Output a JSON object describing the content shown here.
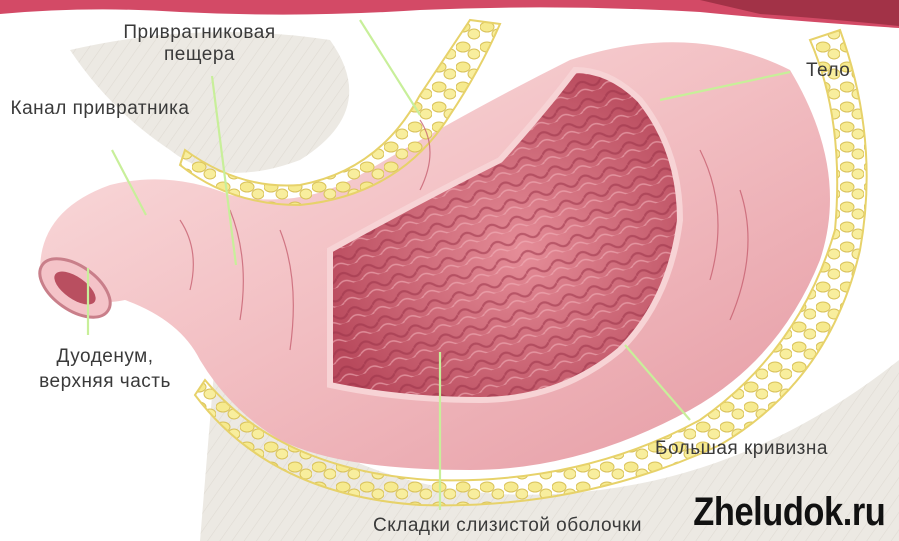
{
  "labels": {
    "pyloric_antrum": "Привратниковая пещера",
    "pyloric_canal": "Канал привратника",
    "body": "Тело",
    "duodenum": "Дуоденум, верхняя часть",
    "greater_curvature": "Большая кривизна",
    "mucosal_folds": "Складки слизистой оболочки"
  },
  "watermark": "Zheludok.ru",
  "colors": {
    "leader_line": "#c8ef9a",
    "label_text": "#3a3a3a",
    "stomach_wall": "#f0b9bd",
    "mucosa": "#cf6c7a",
    "fat": "#f1e48a",
    "omentum": "#ece9e3",
    "top_tissue": "#d34a66"
  }
}
